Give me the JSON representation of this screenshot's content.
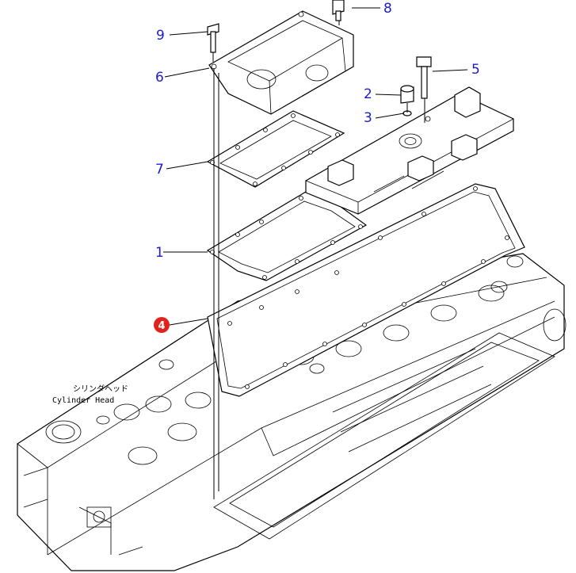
{
  "callouts": {
    "c1": "1",
    "c2": "2",
    "c3": "3",
    "c4": "4",
    "c5": "5",
    "c6": "6",
    "c7": "7",
    "c8": "8",
    "c9": "9"
  },
  "labels": {
    "cylinder_head_jp": "シリンダヘッド",
    "cylinder_head_en": "Cylinder Head"
  },
  "colors": {
    "callout": "#1c1cc8",
    "highlight": "#e0231c"
  }
}
